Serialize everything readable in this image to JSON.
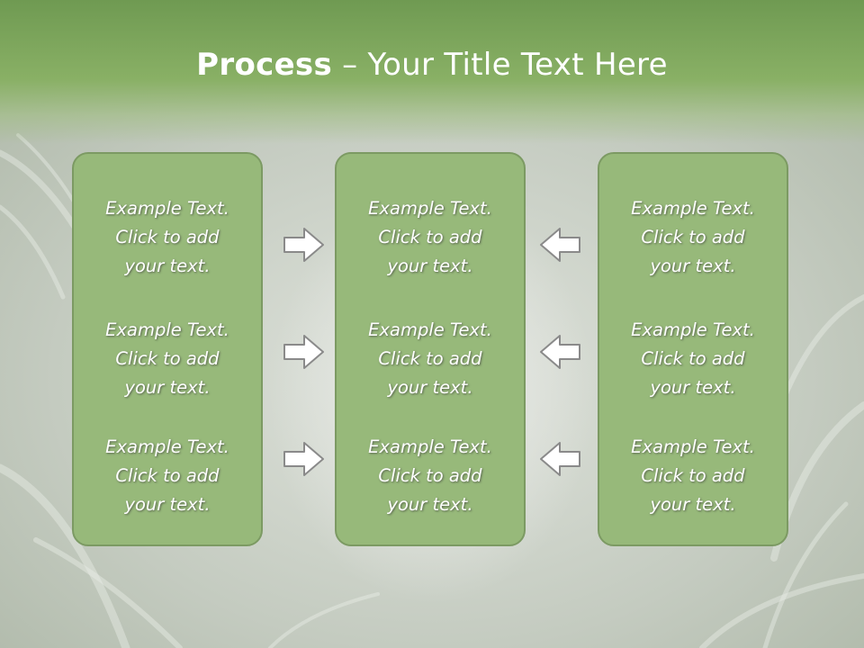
{
  "title": {
    "bold": "Process",
    "rest": " – Your Title Text Here"
  },
  "panels": [
    {
      "items": [
        [
          "Example Text.",
          "Click  to add",
          "your text."
        ],
        [
          "Example Text.",
          "Click  to add",
          "your text."
        ],
        [
          "Example Text.",
          "Click  to add",
          "your text."
        ]
      ]
    },
    {
      "items": [
        [
          "Example Text.",
          "Click  to add",
          "your text."
        ],
        [
          "Example Text.",
          "Click  to add",
          "your text."
        ],
        [
          "Example Text.",
          "Click  to add",
          "your text."
        ]
      ]
    },
    {
      "items": [
        [
          "Example Text.",
          "Click  to add",
          "your text."
        ],
        [
          "Example Text.",
          "Click  to add",
          "your text."
        ],
        [
          "Example Text.",
          "Click  to add",
          "your text."
        ]
      ]
    }
  ],
  "arrows": {
    "left_column": "right-arrow-icon",
    "right_column": "left-arrow-icon"
  },
  "colors": {
    "panel_fill": "#97b97a",
    "panel_border": "#7c9a63",
    "title_band": "#7fa85c",
    "text": "#ffffff"
  }
}
